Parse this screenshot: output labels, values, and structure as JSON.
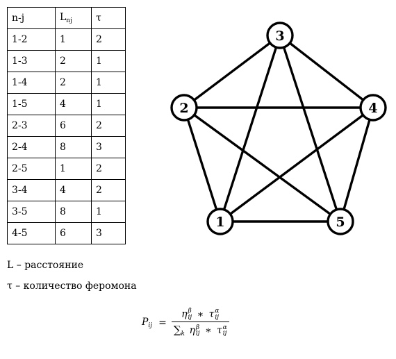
{
  "table": {
    "headers": [
      {
        "main": "n-j",
        "sub": ""
      },
      {
        "main": "L",
        "sub": "nj"
      },
      {
        "main": "τ",
        "sub": ""
      }
    ],
    "rows": [
      [
        "1-2",
        "1",
        "2"
      ],
      [
        "1-3",
        "2",
        "1"
      ],
      [
        "1-4",
        "2",
        "1"
      ],
      [
        "1-5",
        "4",
        "1"
      ],
      [
        "2-3",
        "6",
        "2"
      ],
      [
        "2-4",
        "8",
        "3"
      ],
      [
        "2-5",
        "1",
        "2"
      ],
      [
        "3-4",
        "4",
        "2"
      ],
      [
        "3-5",
        "8",
        "1"
      ],
      [
        "4-5",
        "6",
        "3"
      ]
    ]
  },
  "legend": {
    "distance": "L – расстояние",
    "pheromone": "τ – количество феромона"
  },
  "graph": {
    "nodes": [
      "1",
      "2",
      "3",
      "4",
      "5"
    ],
    "edges": [
      [
        "1",
        "2"
      ],
      [
        "1",
        "3"
      ],
      [
        "1",
        "4"
      ],
      [
        "1",
        "5"
      ],
      [
        "2",
        "3"
      ],
      [
        "2",
        "4"
      ],
      [
        "2",
        "5"
      ],
      [
        "3",
        "4"
      ],
      [
        "3",
        "5"
      ],
      [
        "4",
        "5"
      ]
    ]
  },
  "formula": {
    "lhs_symbol": "P",
    "lhs_sub": "ij",
    "equals": "=",
    "eta": "η",
    "tau": "τ",
    "beta": "β",
    "alpha": "α",
    "ij": "ij",
    "times": "∗",
    "sum": "∑",
    "sum_index": "k"
  }
}
